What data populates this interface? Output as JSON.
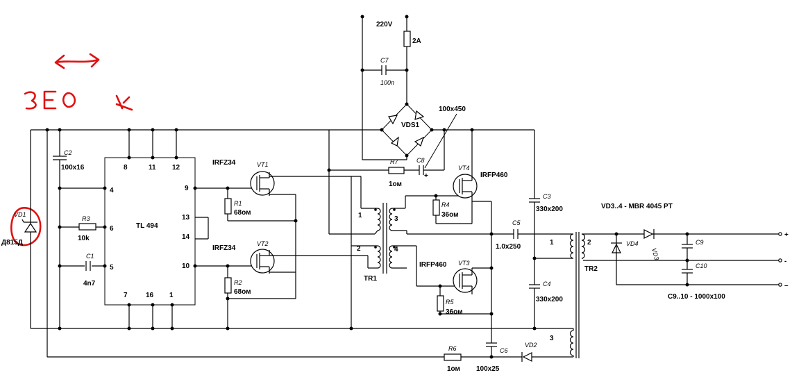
{
  "ic": {
    "name": "TL 494",
    "pins": [
      "8",
      "11",
      "12",
      "4",
      "6",
      "5",
      "9",
      "13",
      "14",
      "10",
      "7",
      "16",
      "1"
    ]
  },
  "refs": {
    "vd1": "VD1",
    "c2": "C2",
    "r3": "R3",
    "c1": "C1",
    "r1": "R1",
    "r2": "R2",
    "vt1": "VT1",
    "vt2": "VT2",
    "vt3": "VT3",
    "vt4": "VT4",
    "r4": "R4",
    "r5": "R5",
    "r6": "R6",
    "r7": "R7",
    "c3": "C3",
    "c4": "C4",
    "c5": "C5",
    "c6": "C6",
    "c7": "C7",
    "c8": "C8",
    "c9": "C9",
    "c10": "C10",
    "vd2": "VD2",
    "vd3": "VD3",
    "vd4": "VD4",
    "vds1": "VDS1",
    "tr1": "TR1",
    "tr2": "TR2"
  },
  "values": {
    "vd1": "Д815Д",
    "c2": "100x16",
    "r3": "10k",
    "c1": "4n7",
    "r1": "68ом",
    "r2": "68ом",
    "vt12": "IRFZ34",
    "vt12b": "IRFZ34",
    "vt34a": "IRFP460",
    "vt34b": "IRFP460",
    "r4": "36ом",
    "r5": "36ом",
    "r6": "1ом",
    "r7": "1ом",
    "c3": "330x200",
    "c4": "330x200",
    "c5": "1.0x250",
    "c6": "100x25",
    "c7": "100n",
    "c8": "100x450",
    "mains": "220V",
    "fuse": "2A",
    "diodes": "VD3..4 - MBR 4045 PT",
    "c910": "C9..10 - 1000x100"
  },
  "windings": {
    "tr1_1": "1",
    "tr1_2": "2",
    "tr1_3": "3",
    "tr1_4": "4",
    "tr2_1": "1",
    "tr2_2": "2",
    "tr2_3": "3"
  },
  "outputs": {
    "plus": "+",
    "mid": "-",
    "minus": "–"
  },
  "sign": {
    "plus": "+"
  }
}
